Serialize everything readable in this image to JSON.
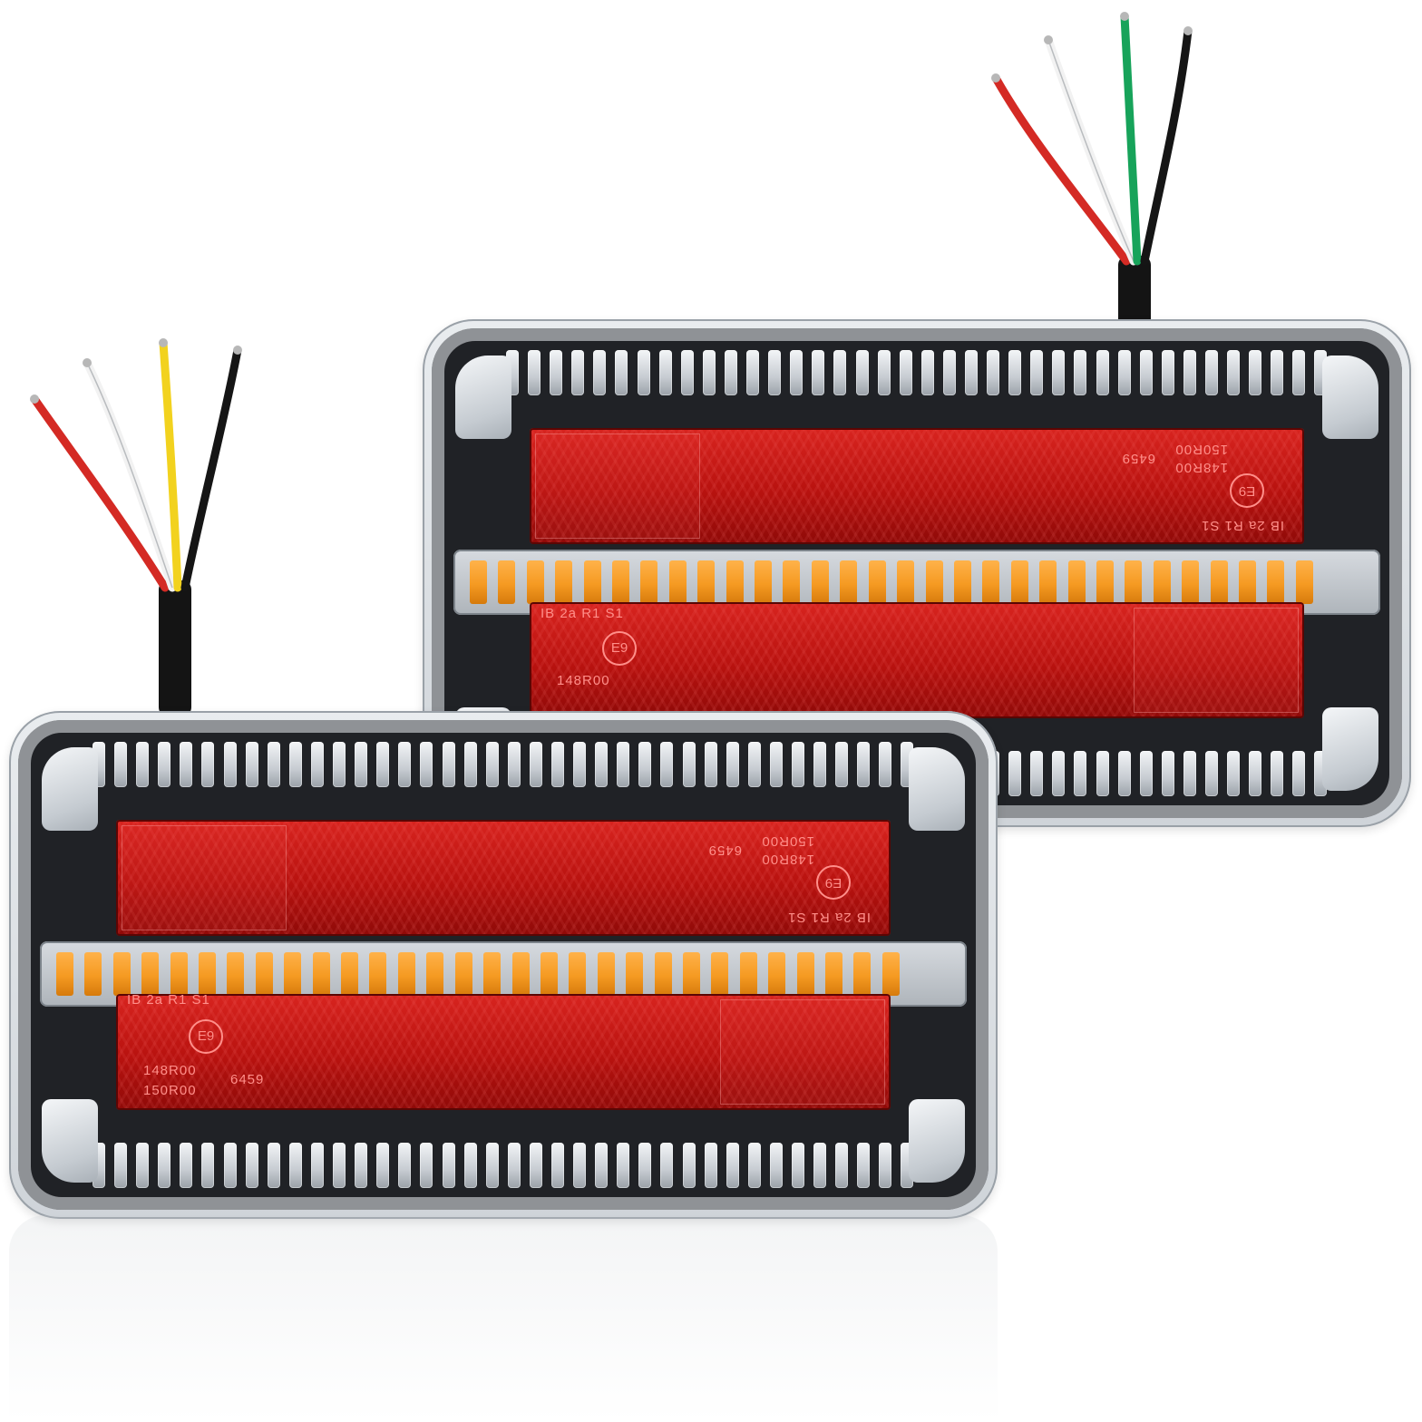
{
  "product": {
    "lamps": [
      {
        "id": "back",
        "markings": {
          "class_code": "IB 2a R1 S1",
          "approval_mark": "E9",
          "code_1": "148R00",
          "code_2": "150R00",
          "serial": "6459"
        },
        "wire_colors": [
          "#d42a24",
          "#f2f2f2",
          "#17a35a",
          "#151515"
        ]
      },
      {
        "id": "front",
        "markings": {
          "class_code": "IB 2a R1 S1",
          "approval_mark": "E9",
          "code_1": "148R00",
          "code_2": "150R00",
          "serial": "6459"
        },
        "wire_colors": [
          "#d42a24",
          "#f2f2f2",
          "#f2d21e",
          "#151515"
        ]
      }
    ]
  },
  "colors": {
    "lens_red": "#c4140f",
    "indicator_amber": "#f59a22",
    "housing": "#202226",
    "clear_lens": "#d6dadf",
    "background": "#ffffff"
  }
}
